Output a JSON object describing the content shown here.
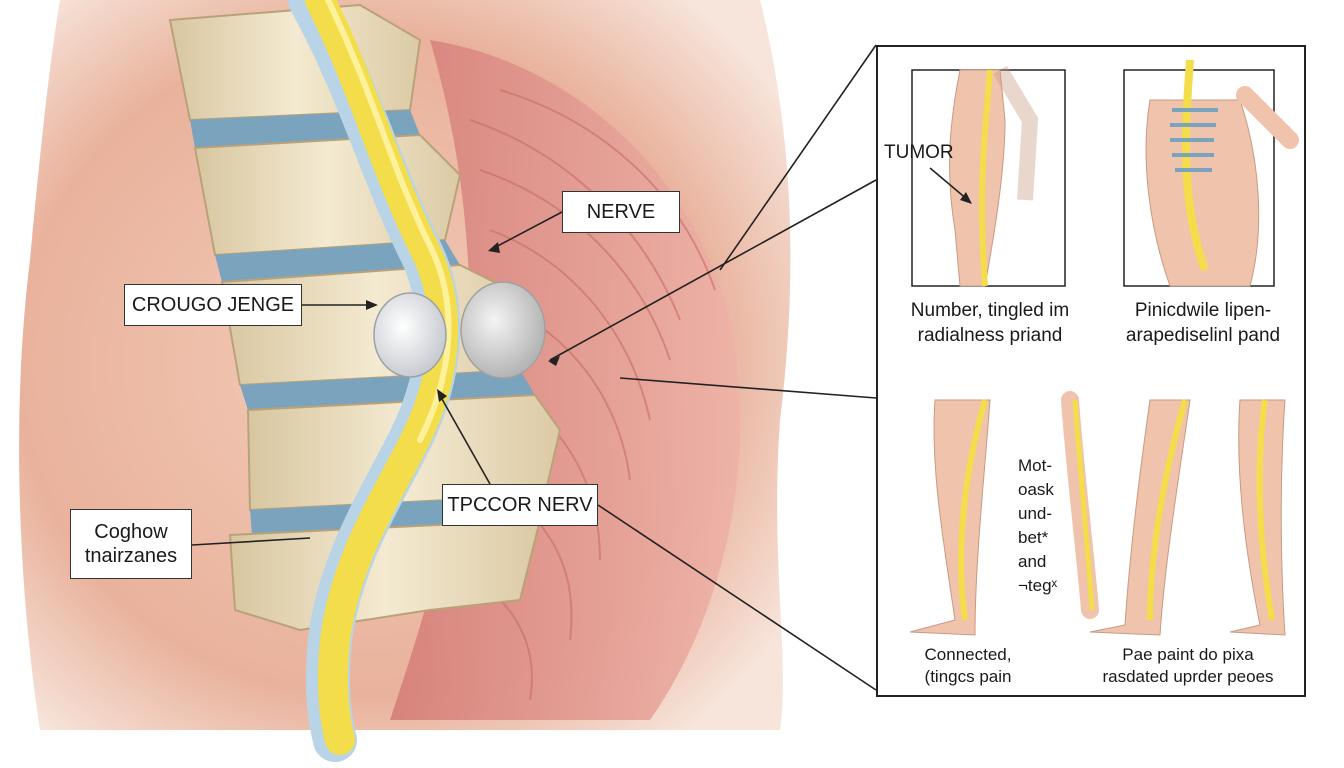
{
  "labels": {
    "compression": "CROUGO JENGE",
    "nerve": "NERVE",
    "trunk_nerve": "TPCCOR NERV",
    "cough": [
      "Coghow",
      "tnairzanes"
    ]
  },
  "inset": {
    "tumor": "TUMOR",
    "top_left_caption": [
      "Number, tingled im",
      "radialness priand"
    ],
    "top_right_caption": [
      "Pinicdwile lipen-",
      "arapediselinl pand"
    ],
    "middle_caption": [
      "Mot-",
      "oask",
      "und-",
      "bet*",
      "and",
      "¬tegˣ"
    ],
    "bottom_left_caption": [
      "Connected,",
      "(tingcs pain"
    ],
    "bottom_right_caption": [
      "Pae paint do pixa",
      "rasdated uprder peoes"
    ]
  },
  "colors": {
    "skin": "#eab9a6",
    "skin_light": "#f6d9cb",
    "bone": "#efe2c2",
    "disc": "#7aa3bd",
    "nerve": "#f3dd4a",
    "muscle": "#e19a93",
    "tumor": "#d9d9d9",
    "outline": "#222222"
  }
}
